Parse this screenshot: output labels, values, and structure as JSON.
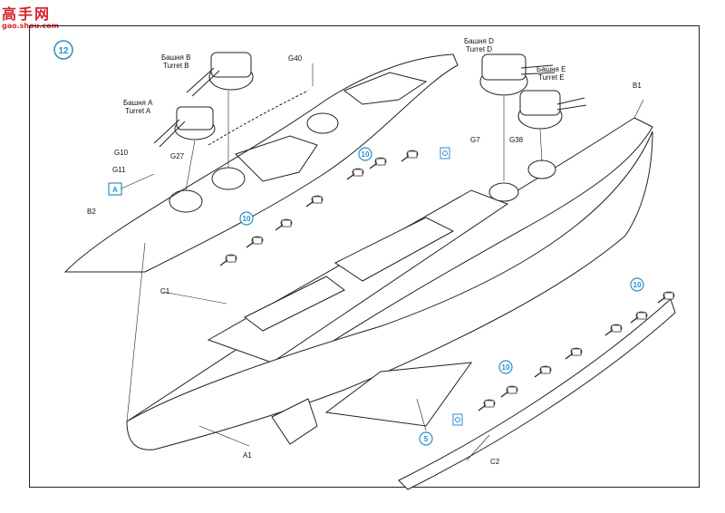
{
  "watermark": {
    "brand": "高手网",
    "url": "gao.shou.com"
  },
  "step_number": "12",
  "callout_a": "A",
  "turrets": {
    "a": {
      "ru": "Башня A",
      "en": "Turret A"
    },
    "b": {
      "ru": "Башня B",
      "en": "Turret B"
    },
    "d": {
      "ru": "Башня D",
      "en": "Turret D"
    },
    "e": {
      "ru": "Башня E",
      "en": "Turret E"
    }
  },
  "part_labels": {
    "g40": "G40",
    "g10": "G10",
    "g27": "G27",
    "g11": "G11",
    "b2": "B2",
    "b1": "B1",
    "g7": "G7",
    "g38": "G38",
    "c1": "C1",
    "a1": "A1",
    "c2": "C2"
  },
  "gun_callouts": [
    "10",
    "10",
    "10",
    "10"
  ],
  "sub_assembly": "5",
  "colors": {
    "ink": "#222222",
    "callout": "#2a8fc7",
    "watermark": "#d8232a"
  }
}
